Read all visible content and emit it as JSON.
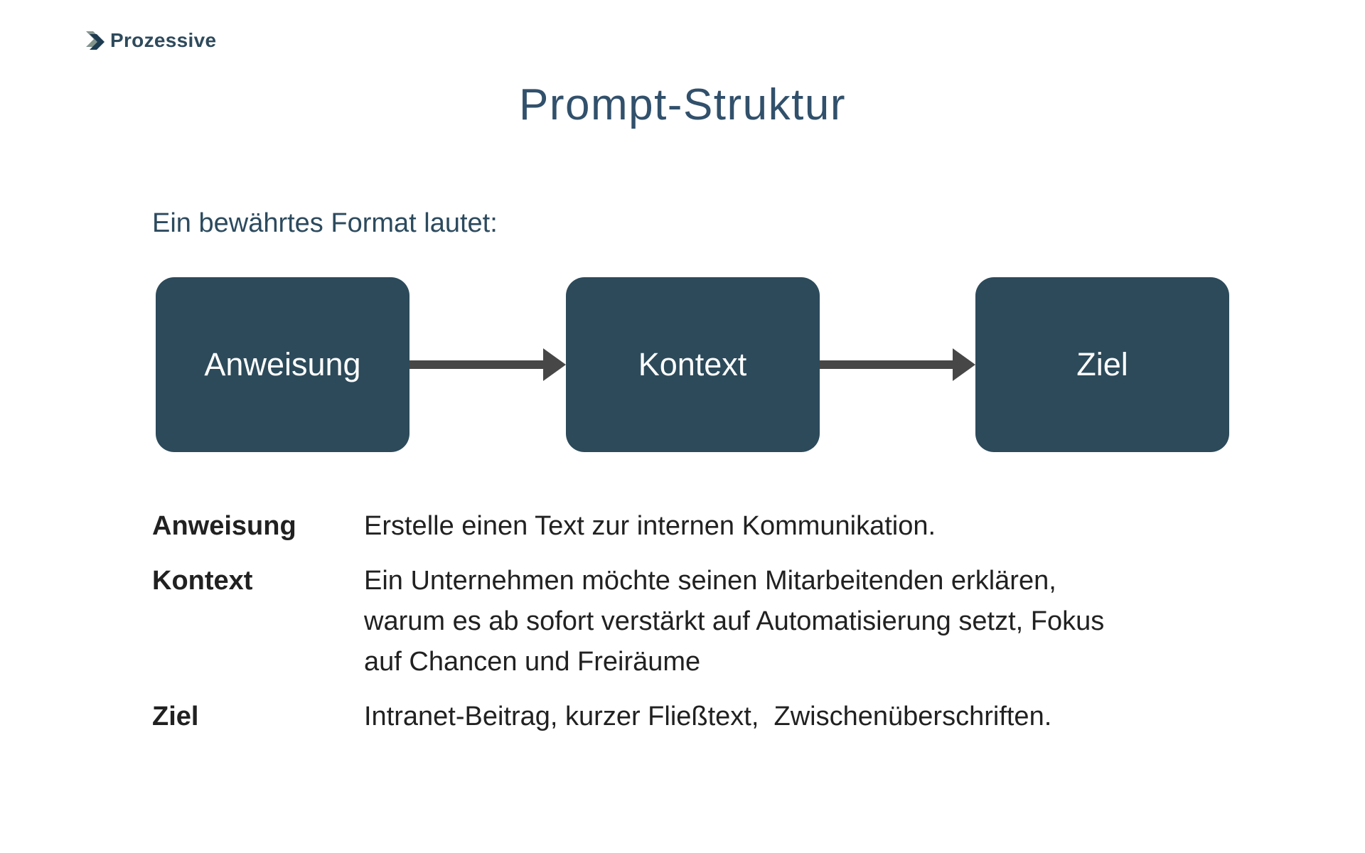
{
  "logo": {
    "text": "Prozessive",
    "icon": "double-chevron-arrow-icon"
  },
  "title": "Prompt-Struktur",
  "subtitle": "Ein bewährtes Format lautet:",
  "flow": {
    "steps": [
      "Anweisung",
      "Kontext",
      "Ziel"
    ],
    "arrow_icon": "right-arrow-icon"
  },
  "definitions": [
    {
      "term": "Anweisung",
      "description": "Erstelle einen Text zur internen Kommunikation."
    },
    {
      "term": "Kontext",
      "description": "Ein Unternehmen möchte seinen Mitarbeitenden erklären,\nwarum es ab sofort verstärkt auf Automatisierung setzt, Fokus\nauf Chancen und Freiräume"
    },
    {
      "term": "Ziel",
      "description": "Intranet-Beitrag, kurzer Fließtext,  Zwischenüberschriften."
    }
  ],
  "colors": {
    "background": "#ffffff",
    "box_fill": "#2c4a5a",
    "box_text": "#ffffff",
    "arrow": "#474747",
    "title_text": "#31506b",
    "subtitle_text": "#2c4a5e",
    "body_text": "#212121",
    "logo_text": "#2e4a5c",
    "logo_chevron_light": "#83948d",
    "logo_chevron_dark": "#1e3c51"
  }
}
